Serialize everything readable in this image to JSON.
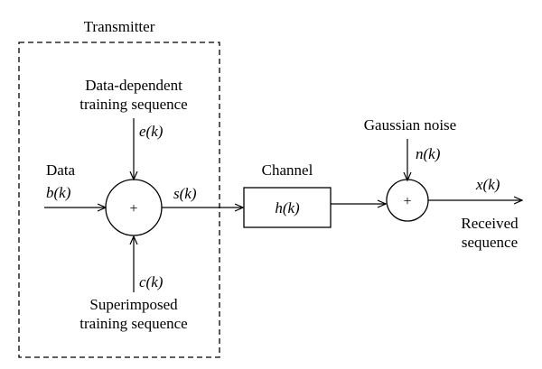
{
  "transmitter": {
    "title": "Transmitter",
    "data_label": "Data",
    "data_signal": "b(k)",
    "dependent_label_line1": "Data-dependent",
    "dependent_label_line2": "training sequence",
    "dependent_signal": "e(k)",
    "superimposed_signal": "c(k)",
    "superimposed_label_line1": "Superimposed",
    "superimposed_label_line2": "training sequence",
    "adder_symbol": "+",
    "output_signal": "s(k)"
  },
  "channel": {
    "title": "Channel",
    "block_label": "h(k)"
  },
  "receiver": {
    "noise_label": "Gaussian noise",
    "noise_signal": "n(k)",
    "adder_symbol": "+",
    "output_signal": "x(k)",
    "output_label_line1": "Received",
    "output_label_line2": "sequence"
  }
}
